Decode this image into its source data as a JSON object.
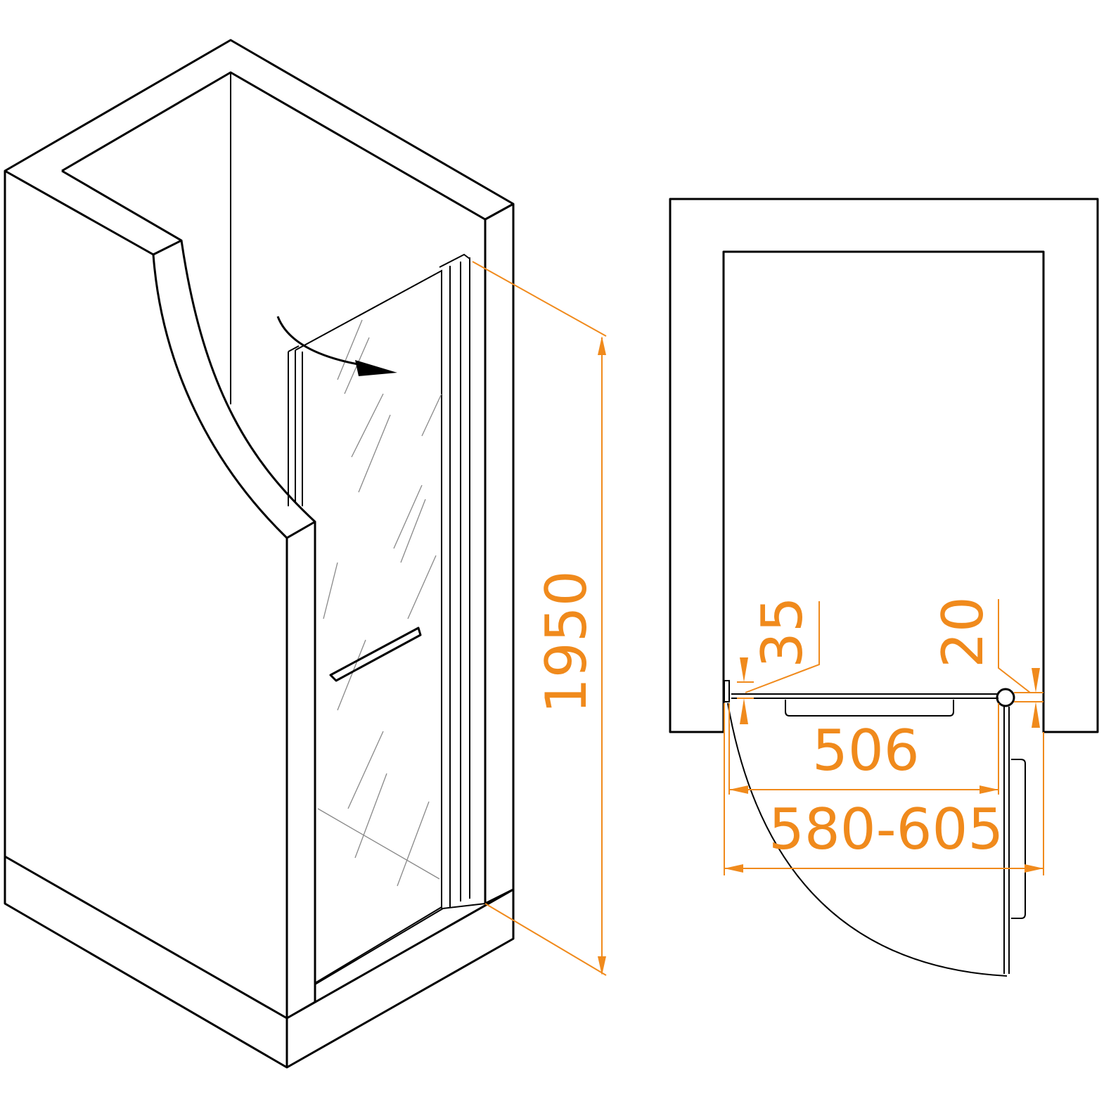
{
  "colors": {
    "dimension": "#f08a1c",
    "outline": "#000000"
  },
  "dimensions": {
    "height": "1950",
    "wall_gap_left": "35",
    "wall_gap_right": "20",
    "door_width": "506",
    "opening_range": "580-605"
  }
}
